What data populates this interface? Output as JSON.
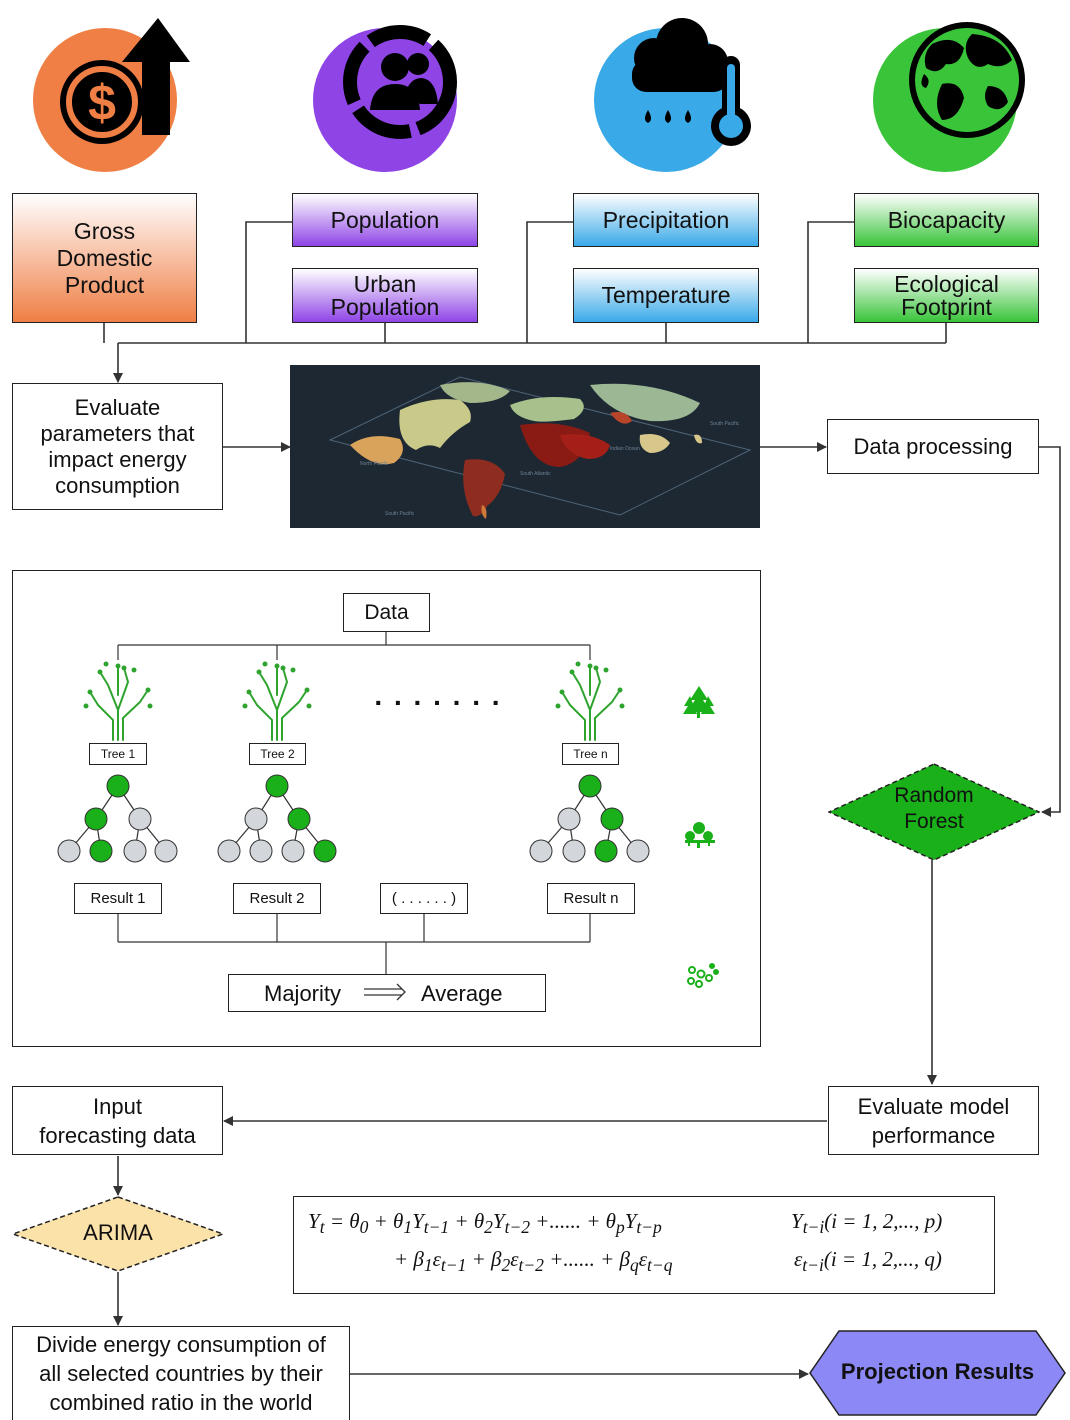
{
  "factors": {
    "gdp": "Gross\nDomestic\nProduct",
    "population": "Population",
    "urban_population": "Urban\nPopulation",
    "precipitation": "Precipitation",
    "temperature": "Temperature",
    "biocapacity": "Biocapacity",
    "ecological_footprint": "Ecological\nFootprint"
  },
  "icons": [
    "dollar-growth-icon",
    "population-icon",
    "weather-icon",
    "globe-icon"
  ],
  "colors": {
    "gdp": "#ef7f45",
    "population": "#8f45e6",
    "climate": "#3aa9e8",
    "ecology": "#39c43a",
    "forest": "#19b019",
    "arima": "#fbe2a9",
    "projection": "#8c88f5",
    "map_bg": "#1f2a35"
  },
  "flow": {
    "evaluate_params": "Evaluate\nparameters that\nimpact energy\nconsumption",
    "data_processing": "Data processing",
    "random_forest": "Random\nForest",
    "evaluate_model": "Evaluate model\nperformance",
    "input_forecasting": "Input\nforecasting data",
    "arima": "ARIMA",
    "divide": "Divide energy consumption of\nall selected countries by their\ncombined ratio in the world",
    "projection": "Projection Results"
  },
  "rf": {
    "data": "Data",
    "trees": [
      "Tree 1",
      "Tree 2",
      "Tree n"
    ],
    "dots": ". . . . . . .",
    "results": [
      "Result 1",
      "Result 2",
      "( . . . . . . )",
      "Result n"
    ],
    "majority": "Majority",
    "average": "Average"
  },
  "formula": {
    "line1": "Y_t = θ_0 + θ_1 Y_{t−1} + θ_2 Y_{t−2} +...... + θ_p Y_{t−p}",
    "line2": "+ β_1 ε_{t−1} + β_2 ε_{t−2} +...... + β_q ε_{t−q}",
    "cond1": "Y_{t−i} (i = 1, 2,..., p)",
    "cond2": "ε_{t−i} (i = 1, 2,..., q)"
  }
}
